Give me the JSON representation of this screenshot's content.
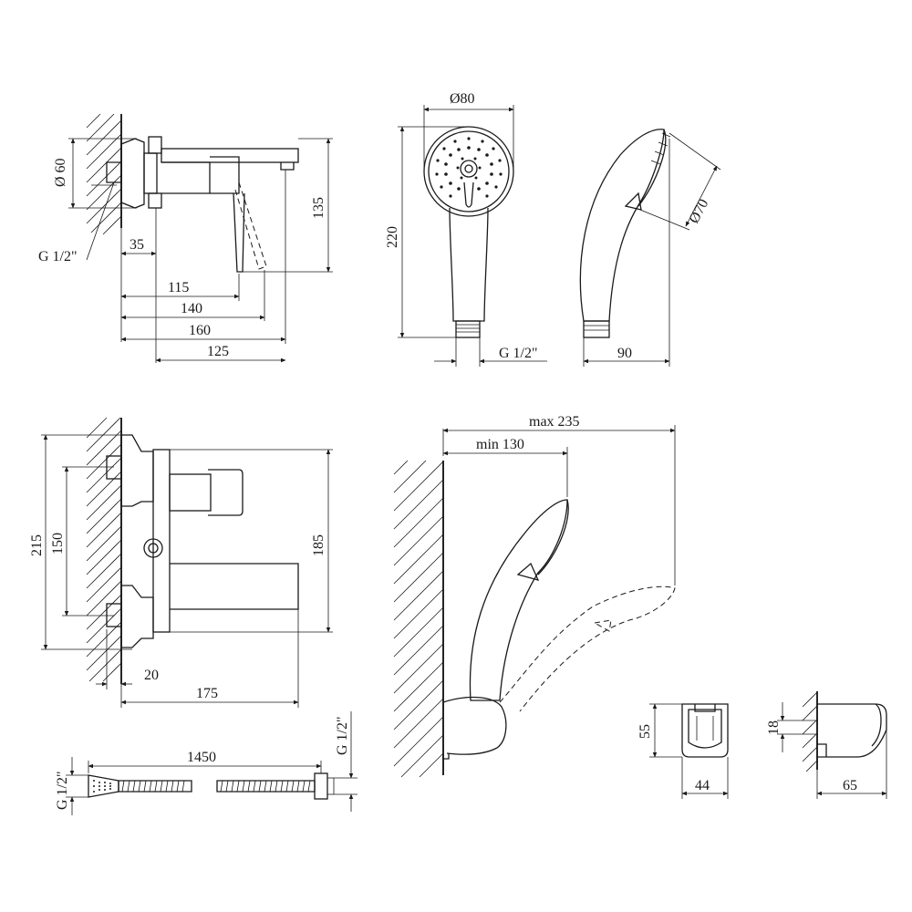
{
  "dimensions": {
    "mixer_top": {
      "diameter_flange": "Ø 60",
      "thread": "G 1/2\"",
      "offset_35": "35",
      "height_135": "135",
      "len_115": "115",
      "len_140": "140",
      "len_160": "160",
      "len_125": "125"
    },
    "hand_shower": {
      "diameter_head": "Ø80",
      "length_220": "220",
      "thread": "G 1/2\"",
      "diameter_face": "Ø70",
      "depth_90": "90"
    },
    "mixer_bottom": {
      "height_215": "215",
      "spacing_150": "150",
      "height_185": "185",
      "offset_20": "20",
      "depth_175": "175"
    },
    "holder_side": {
      "max": "max 235",
      "min": "min 130"
    },
    "hose": {
      "length": "1450",
      "thread_left": "G 1/2\"",
      "thread_right": "G 1/2\""
    },
    "bracket": {
      "height_55": "55",
      "width_44": "44",
      "height_18": "18",
      "depth_65": "65"
    }
  }
}
